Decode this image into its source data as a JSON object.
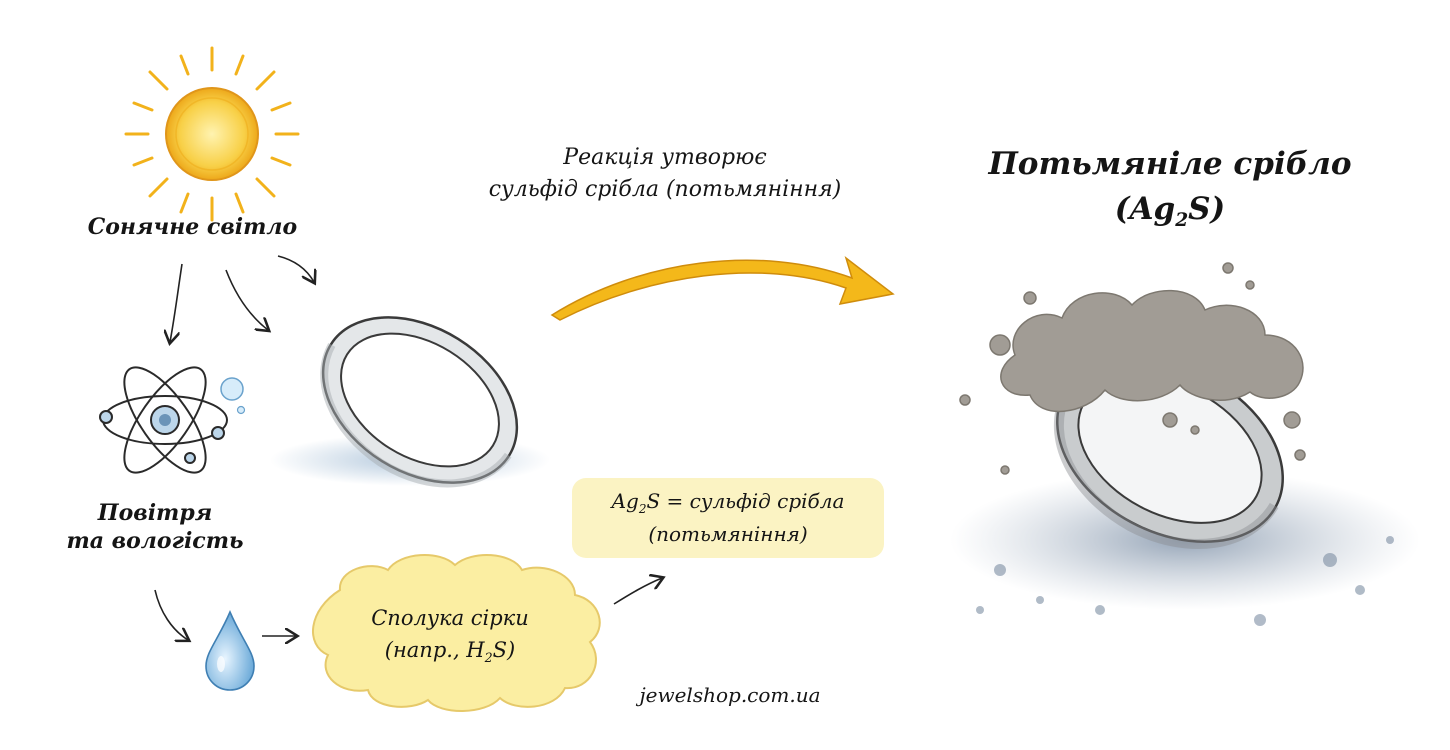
{
  "labels": {
    "sunlight": "Сонячне світло",
    "air_line1": "Повітря",
    "air_line2": "та вологість",
    "reaction_line1": "Реакція утворює",
    "reaction_line2": "сульфід срібла (потьмяніння)",
    "tarnished_title": "Потьмяніле срібло",
    "tarnished_formula_pre": "(Ag",
    "tarnished_formula_sub": "2",
    "tarnished_formula_post": "S)",
    "sulfur_line1": "Сполука сірки",
    "sulfur_line2_pre": "(напр., H",
    "sulfur_line2_sub": "2",
    "sulfur_line2_post": "S)",
    "ag2s_pre": "Ag",
    "ag2s_sub": "2",
    "ag2s_post": "S = сульфід срібла",
    "ag2s_line2": "(потьмяніння)",
    "source": "jewelshop.com.ua"
  },
  "colors": {
    "sun": "#f7c21f",
    "sun_core": "#fbe27a",
    "arrow": "#f4b81a",
    "cloud": "#fbeea2",
    "water_drop": "#8fc3e8",
    "tarnish": "#9a9690",
    "ring_silver": "#d9dcde",
    "ground_blue": "#9cb8d2"
  },
  "icons": [
    "sun-icon",
    "atom-icon",
    "bubble-icon",
    "water-drop-icon",
    "silver-ring-icon",
    "tarnished-ring-icon",
    "tarnish-cloud-icon"
  ]
}
